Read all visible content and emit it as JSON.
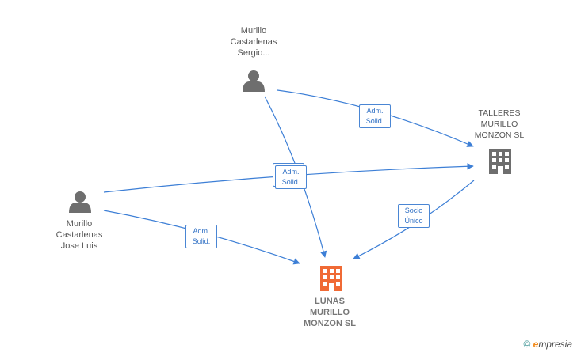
{
  "nodes": {
    "sergio": {
      "label": "Murillo\nCastarlenas\nSergio...",
      "icon": "person-icon",
      "color": "#6e6e6e"
    },
    "jose_luis": {
      "label": "Murillo\nCastarlenas\nJose Luis",
      "icon": "person-icon",
      "color": "#6e6e6e"
    },
    "talleres": {
      "label": "TALLERES\nMURILLO\nMONZON  SL",
      "icon": "building-icon",
      "color": "#6e6e6e"
    },
    "lunas": {
      "label": "LUNAS\nMURILLO\nMONZON  SL",
      "icon": "building-icon",
      "color": "#f06a35"
    }
  },
  "edges": {
    "sergio_talleres": {
      "label": "Adm.\nSolid."
    },
    "shared": {
      "label": "Adm.\nSolid."
    },
    "jose_lunas": {
      "label": "Adm.\nSolid."
    },
    "talleres_lunas": {
      "label": "Socio\nÚnico"
    }
  },
  "colors": {
    "edge": "#3d7fd6",
    "edge_label_text": "#2e6fc4"
  },
  "brand": {
    "copyright": "©",
    "first_letter": "e",
    "rest": "mpresia"
  }
}
